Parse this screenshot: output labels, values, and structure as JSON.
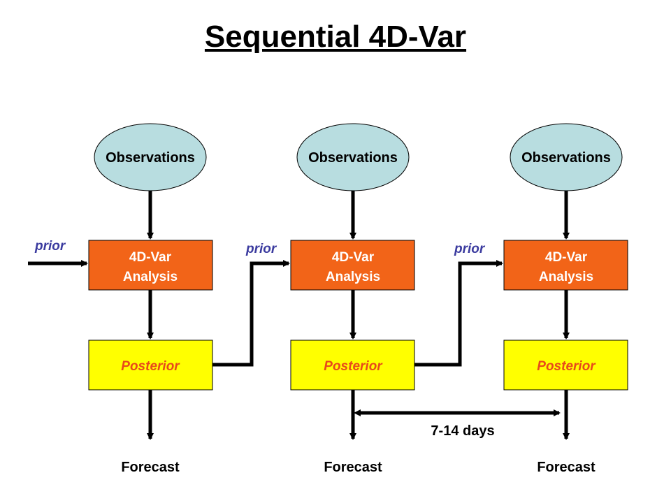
{
  "title": "Sequential 4D-Var",
  "columns": [
    {
      "observations": "Observations",
      "analysis_line1": "4D-Var",
      "analysis_line2": "Analysis",
      "posterior": "Posterior",
      "forecast": "Forecast",
      "prior": "prior"
    },
    {
      "observations": "Observations",
      "analysis_line1": "4D-Var",
      "analysis_line2": "Analysis",
      "posterior": "Posterior",
      "forecast": "Forecast",
      "prior": "prior"
    },
    {
      "observations": "Observations",
      "analysis_line1": "4D-Var",
      "analysis_line2": "Analysis",
      "posterior": "Posterior",
      "forecast": "Forecast",
      "prior": "prior"
    }
  ],
  "interval_label": "7-14 days",
  "colors": {
    "observations_fill": "#b8dde0",
    "analysis_fill": "#f26418",
    "posterior_fill": "#ffff00",
    "posterior_text": "#e8491b",
    "prior_text": "#3b3b9f",
    "line": "#000000"
  }
}
